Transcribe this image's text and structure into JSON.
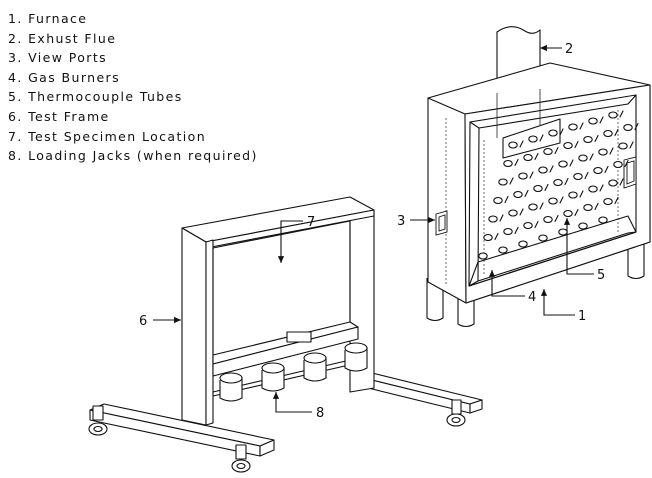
{
  "legend": [
    "1. Furnace",
    "2. Exhust Flue",
    "3. View Ports",
    "4. Gas Burners",
    "5. Thermocouple Tubes",
    "6. Test Frame",
    "7. Test Specimen Location",
    "8. Loading Jacks (when required)"
  ],
  "callouts": {
    "furnace": "1",
    "flue": "2",
    "view_port": "3",
    "burners": "4",
    "thermocouple": "5",
    "frame": "6",
    "specimen": "7",
    "jacks": "8"
  }
}
